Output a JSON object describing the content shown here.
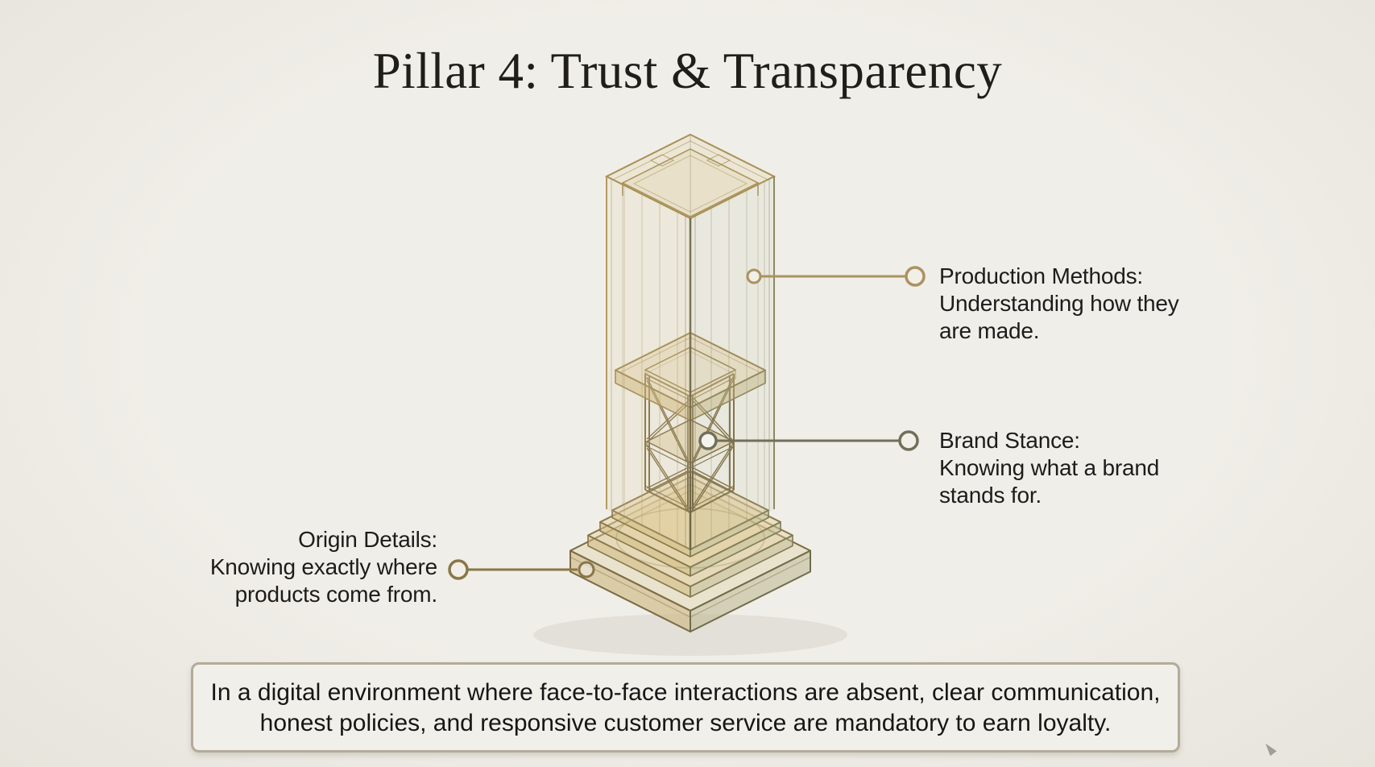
{
  "title": "Pillar 4: Trust & Transparency",
  "callouts": [
    {
      "id": "production-methods",
      "heading": "Production Methods:",
      "line2": "Understanding how they",
      "line3": "are made.",
      "accent_color": "#ab9260"
    },
    {
      "id": "brand-stance",
      "heading": "Brand Stance:",
      "line2": "Knowing what a brand",
      "line3": "stands for.",
      "accent_color": "#70705a"
    },
    {
      "id": "origin-details",
      "heading": "Origin Details:",
      "line2": "Knowing exactly where",
      "line3": "products come from.",
      "accent_color": "#8a7648"
    }
  ],
  "summary": {
    "line1": "In a digital environment where face-to-face interactions are absent, clear communication,",
    "line2": "honest policies, and responsive customer service are mandatory to earn loyalty."
  },
  "illustration": {
    "icon": "transparent-pillar-wireframe-icon",
    "colors": {
      "tan": "#b49a63",
      "olive": "#84855f",
      "dark_edge": "#6e674a",
      "base_brown": "#8a7648"
    }
  },
  "colors": {
    "background": "#eeece6",
    "text": "#1c1c1c",
    "summary_border": "#b3ab99"
  }
}
